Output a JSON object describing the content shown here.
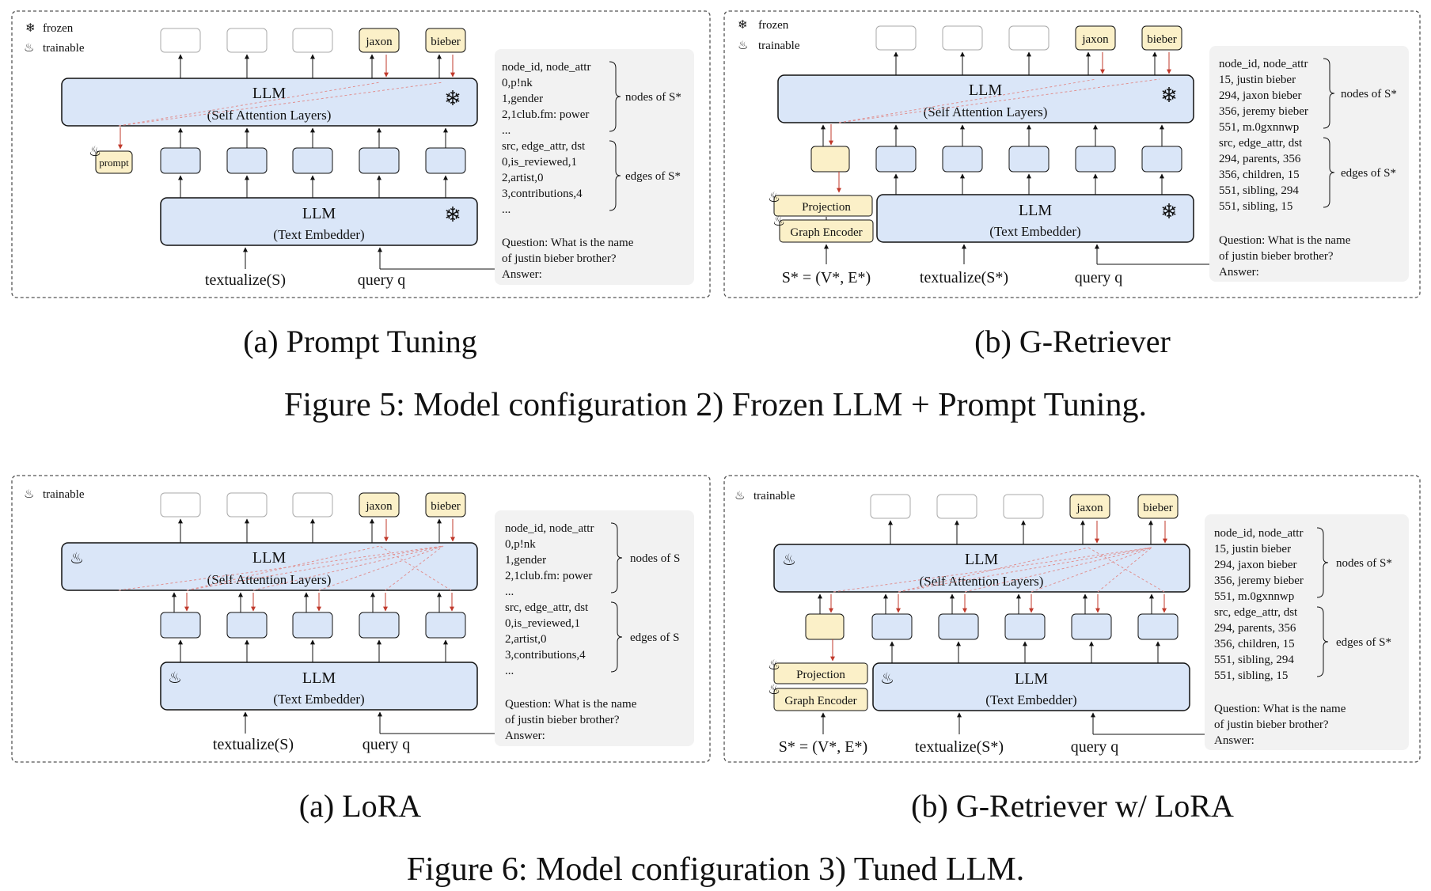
{
  "legend": {
    "frozen": "frozen",
    "trainable": "trainable"
  },
  "common": {
    "llm": "LLM",
    "self_attention": "(Self Attention Layers)",
    "text_embedder": "(Text Embedder)",
    "out_jaxon": "jaxon",
    "out_bieber": "bieber",
    "question_lines": [
      "Question: What is the name",
      "of justin bieber brother?",
      "Answer:"
    ]
  },
  "panel_prompt": {
    "prompt_label": "prompt",
    "input_textualize": "textualize(S)",
    "input_query": "query q",
    "nodes_lines": [
      "node_id, node_attr",
      "0,p!nk",
      "1,gender",
      "2,1club.fm: power",
      "..."
    ],
    "edges_lines": [
      "src, edge_attr, dst",
      "0,is_reviewed,1",
      "2,artist,0",
      "3,contributions,4",
      "..."
    ],
    "nodes_brace": "nodes of S*",
    "edges_brace": "edges of S*"
  },
  "panel_gretriever": {
    "projection": "Projection",
    "graph_encoder": "Graph Encoder",
    "input_graph": "S* = (V*, E*)",
    "input_textualize": "textualize(S*)",
    "input_query": "query q",
    "nodes_lines": [
      "node_id, node_attr",
      "15, justin bieber",
      "294, jaxon bieber",
      "356, jeremy bieber",
      "551, m.0gxnnwp"
    ],
    "edges_lines": [
      "src, edge_attr, dst",
      "294, parents, 356",
      "356, children, 15",
      "551, sibling, 294",
      "551, sibling, 15"
    ],
    "nodes_brace": "nodes of S*",
    "edges_brace": "edges of S*"
  },
  "panel_lora": {
    "input_textualize": "textualize(S)",
    "input_query": "query q",
    "nodes_lines": [
      "node_id, node_attr",
      "0,p!nk",
      "1,gender",
      "2,1club.fm: power",
      "..."
    ],
    "edges_lines": [
      "src, edge_attr, dst",
      "0,is_reviewed,1",
      "2,artist,0",
      "3,contributions,4",
      "..."
    ],
    "nodes_brace": "nodes of S",
    "edges_brace": "edges of S"
  },
  "panel_gretriever_lora": {
    "projection": "Projection",
    "graph_encoder": "Graph Encoder",
    "input_graph": "S* = (V*, E*)",
    "input_textualize": "textualize(S*)",
    "input_query": "query q",
    "nodes_lines": [
      "node_id, node_attr",
      "15, justin bieber",
      "294, jaxon bieber",
      "356, jeremy bieber",
      "551, m.0gxnnwp"
    ],
    "edges_lines": [
      "src, edge_attr, dst",
      "294, parents, 356",
      "356, children, 15",
      "551, sibling, 294",
      "551, sibling, 15"
    ],
    "nodes_brace": "nodes of S*",
    "edges_brace": "edges of S*"
  },
  "captions": {
    "a_prompt": "(a) Prompt Tuning",
    "b_gretriever": "(b) G-Retriever",
    "fig5": "Figure 5: Model configuration 2) Frozen LLM + Prompt Tuning.",
    "a_lora": "(a) LoRA",
    "b_gretriever_lora": "(b) G-Retriever w/ LoRA",
    "fig6": "Figure 6: Model configuration 3) Tuned LLM."
  },
  "colors": {
    "box_fill": "#dae6f8",
    "token_fill": "#fbf0c8",
    "arrow_red": "#c0392b",
    "panel_bg": "#f2f2f2"
  }
}
